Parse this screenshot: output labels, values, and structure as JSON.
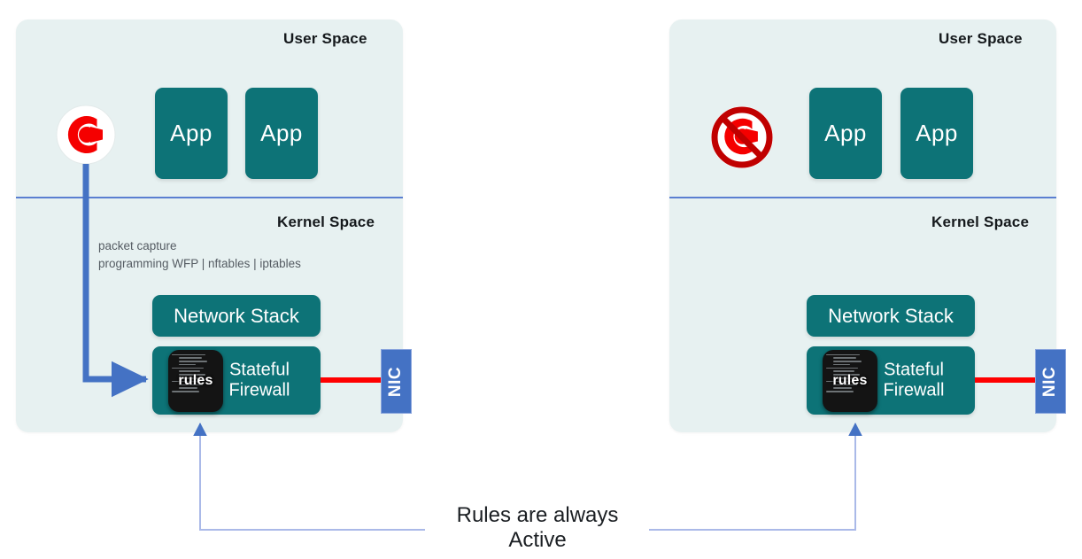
{
  "diagram": {
    "title_bottom": "Rules are always\nActive",
    "colors": {
      "panel_bg": "#e7f1f1",
      "teal": "#0d7377",
      "nic_blue": "#4472c4",
      "arrow_blue": "#4472c4",
      "divider_blue": "#5b7fd1",
      "red_link": "#ff0000",
      "logo_red": "#f50000",
      "prohibit_red": "#c00000",
      "rules_icon_bg": "#141414",
      "caption_grey": "#555c63"
    }
  },
  "panels": [
    {
      "id": "left",
      "user_space_label": "User Space",
      "kernel_space_label": "Kernel Space",
      "logo_name": "agent-logo",
      "logo_disabled": false,
      "apps": [
        {
          "label": "App"
        },
        {
          "label": "App"
        }
      ],
      "kernel_caption": "packet capture\nprogramming WFP | nftables | iptables",
      "network_stack_label": "Network Stack",
      "firewall_label": "Stateful\nFirewall",
      "rules_icon_label": "rules",
      "nic_label": "NIC"
    },
    {
      "id": "right",
      "user_space_label": "User Space",
      "kernel_space_label": "Kernel Space",
      "logo_name": "agent-logo-disabled",
      "logo_disabled": true,
      "apps": [
        {
          "label": "App"
        },
        {
          "label": "App"
        }
      ],
      "kernel_caption": "",
      "network_stack_label": "Network Stack",
      "firewall_label": "Stateful\nFirewall",
      "rules_icon_label": "rules",
      "nic_label": "NIC"
    }
  ]
}
